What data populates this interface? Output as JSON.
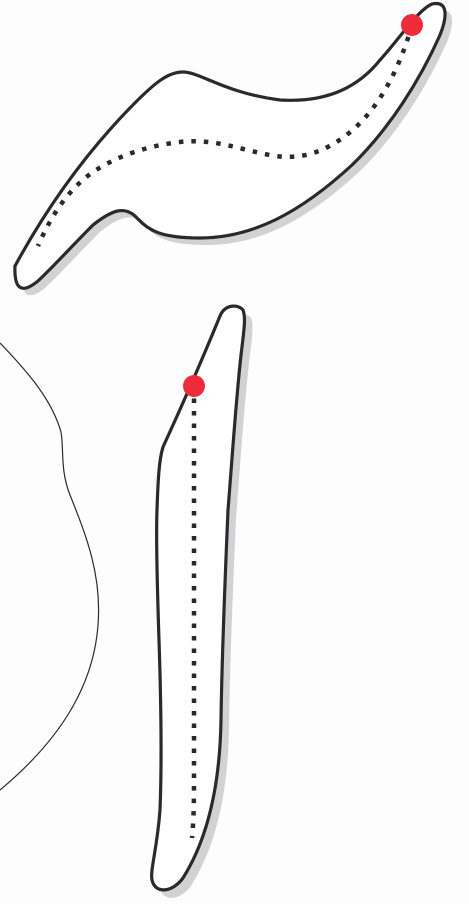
{
  "canvas": {
    "background": "#fdfdfd"
  },
  "colors": {
    "outline": "#2a2a2a",
    "shadow": "#d2d2d4",
    "fill": "#ffffff",
    "start_dot": "#ee2b3b",
    "guide": "#2a2a2a",
    "thin_line": "#2a2a2a"
  },
  "strokes": [
    {
      "name": "curved-stroke",
      "start_marker": "red-dot",
      "guide_style": "dotted"
    },
    {
      "name": "straight-stroke",
      "start_marker": "red-dot",
      "guide_style": "dotted"
    }
  ],
  "reference_curve": {
    "style": "thin-solid"
  }
}
